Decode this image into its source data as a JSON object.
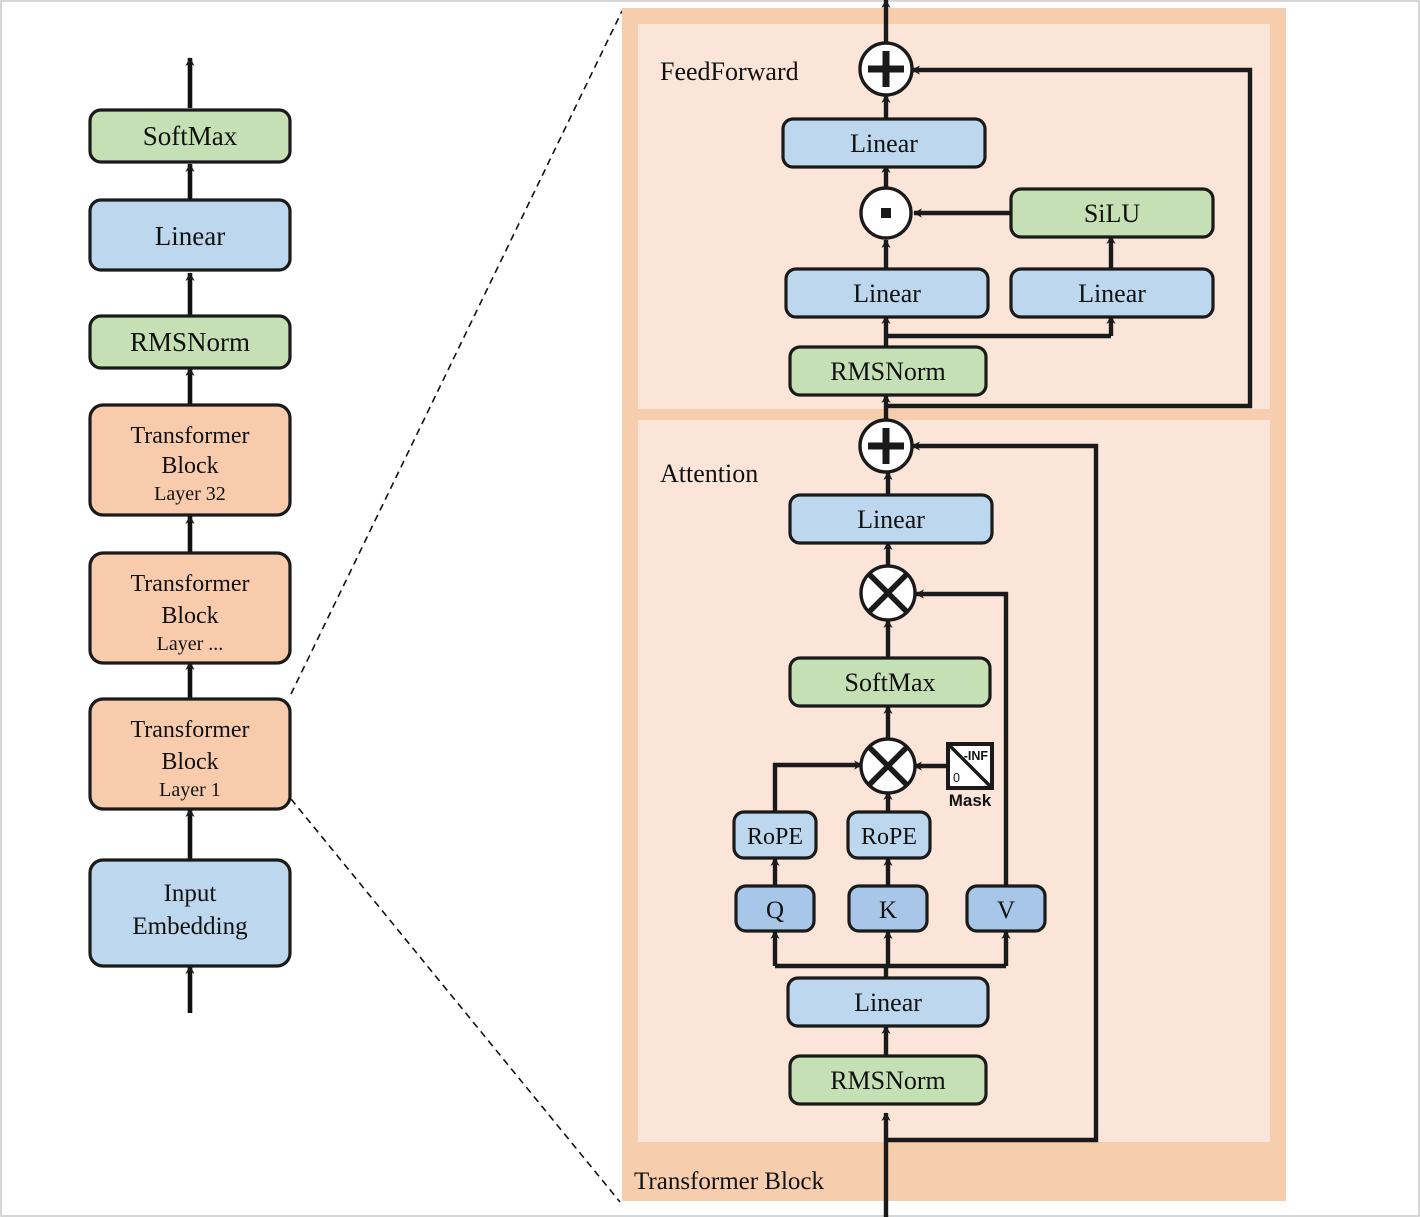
{
  "figure": {
    "type": "neural-network-architecture-diagram",
    "title": "Transformer (LLaMA-style) architecture with expanded Transformer Block"
  },
  "colors": {
    "blue": "#bdd7ee",
    "blue_dark": "#a8c7e8",
    "green": "#c5e0b4",
    "orange": "#f8cbad",
    "panel_inner": "#fbe5d8",
    "panel_outer": "#f6cdad",
    "stroke": "#1a1a1a",
    "frame": "#c9c9c9",
    "white": "#ffffff"
  },
  "left_stack": {
    "name": "model-stack",
    "blocks": [
      {
        "id": "softmax",
        "label": "SoftMax",
        "sublabel": "",
        "color": "green"
      },
      {
        "id": "linear",
        "label": "Linear",
        "sublabel": "",
        "color": "blue"
      },
      {
        "id": "rmsnorm",
        "label": "RMSNorm",
        "sublabel": "",
        "color": "green"
      },
      {
        "id": "block32",
        "label": "Transformer Block",
        "sublabel": "Layer 32",
        "color": "orange"
      },
      {
        "id": "blockdots",
        "label": "Transformer Block",
        "sublabel": "Layer ...",
        "color": "orange"
      },
      {
        "id": "block1",
        "label": "Transformer Block",
        "sublabel": "Layer 1",
        "color": "orange"
      },
      {
        "id": "embed",
        "label": "Input Embedding",
        "sublabel": "",
        "color": "blue"
      }
    ]
  },
  "detail": {
    "outer_label": "Transformer Block",
    "feedforward": {
      "label": "FeedForward",
      "nodes": [
        {
          "id": "ff-add",
          "label": "+",
          "shape": "circle-plus"
        },
        {
          "id": "ff-linear-3",
          "label": "Linear",
          "color": "blue"
        },
        {
          "id": "ff-mul",
          "label": "·",
          "shape": "circle-dot"
        },
        {
          "id": "ff-silu",
          "label": "SiLU",
          "color": "green"
        },
        {
          "id": "ff-linear-1",
          "label": "Linear",
          "color": "blue"
        },
        {
          "id": "ff-linear-2",
          "label": "Linear",
          "color": "blue"
        },
        {
          "id": "ff-rmsnorm",
          "label": "RMSNorm",
          "color": "green"
        }
      ]
    },
    "attention": {
      "label": "Attention",
      "nodes": [
        {
          "id": "at-add",
          "label": "+",
          "shape": "circle-plus"
        },
        {
          "id": "at-linear-o",
          "label": "Linear",
          "color": "blue"
        },
        {
          "id": "at-mul-2",
          "label": "×",
          "shape": "circle-times"
        },
        {
          "id": "at-softmax",
          "label": "SoftMax",
          "color": "green"
        },
        {
          "id": "at-mul-1",
          "label": "×",
          "shape": "circle-times"
        },
        {
          "id": "at-rope-q",
          "label": "RoPE",
          "color": "blue"
        },
        {
          "id": "at-rope-k",
          "label": "RoPE",
          "color": "blue"
        },
        {
          "id": "at-q",
          "label": "Q",
          "color": "blue_dark"
        },
        {
          "id": "at-k",
          "label": "K",
          "color": "blue_dark"
        },
        {
          "id": "at-v",
          "label": "V",
          "color": "blue_dark"
        },
        {
          "id": "at-linear-qkv",
          "label": "Linear",
          "color": "blue"
        },
        {
          "id": "at-rmsnorm",
          "label": "RMSNorm",
          "color": "green"
        }
      ],
      "mask": {
        "label": "Mask",
        "upper_right_value": "-INF",
        "lower_left_value": "0"
      }
    }
  }
}
